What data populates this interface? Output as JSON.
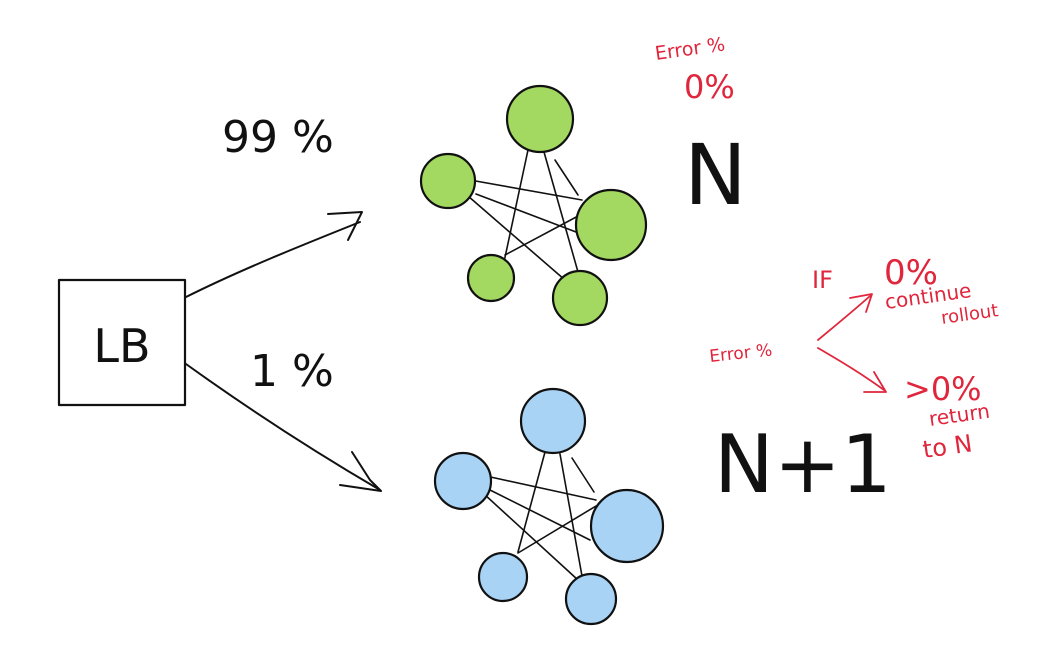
{
  "lb": {
    "label": "LB"
  },
  "routes": {
    "top_pct": "99 %",
    "bottom_pct": "1 %"
  },
  "clusters": {
    "current": {
      "version_label": "N",
      "fill_color": "#a3d861"
    },
    "canary": {
      "version_label": "N+1",
      "fill_color": "#a9d3f5"
    }
  },
  "top_error": {
    "title": "Error %",
    "value": "0%"
  },
  "decision": {
    "input_label": "Error %",
    "if_label": "IF",
    "zero_label": "0%",
    "zero_action": [
      "continue",
      "rollout"
    ],
    "nonzero_label": ">0%",
    "nonzero_action": [
      "return",
      "to N"
    ]
  },
  "colors": {
    "ink": "#111111",
    "annotation": "#e0263c"
  }
}
